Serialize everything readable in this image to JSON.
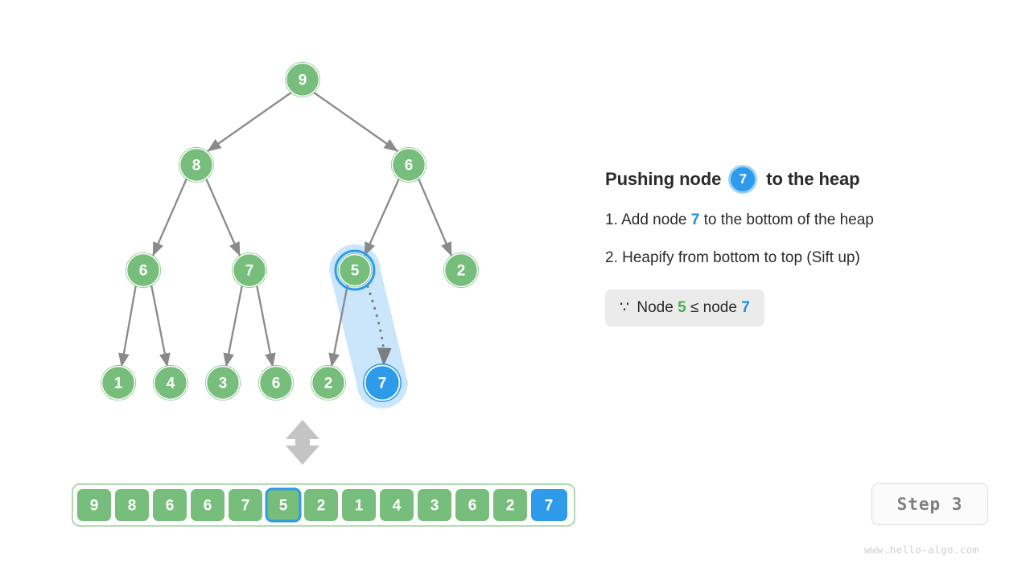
{
  "colors": {
    "node_green": "#77bd7b",
    "node_green_ring": "#ffffff",
    "node_blue": "#2e9bea",
    "highlight_fill": "#cbe6fa",
    "edge_gray": "#8a8a8a",
    "accent_blue": "#1f8fe0",
    "accent_green": "#4caf50",
    "array_border_green": "#9ccf9f",
    "chip_text": "#808080",
    "watermark": "#cfcfcf"
  },
  "panel": {
    "title_prefix": "Pushing node",
    "title_badge": "7",
    "title_suffix": "to the heap",
    "steps": [
      {
        "index": "1.",
        "before": "Add node",
        "value": "7",
        "after": "to the bottom of the heap"
      },
      {
        "index": "2.",
        "before": "Heapify from bottom to top (Sift up)",
        "value": "",
        "after": ""
      }
    ],
    "reason": {
      "symbol": "∵",
      "lead": "Node",
      "left_value": "5",
      "operator": "≤",
      "mid": "node",
      "right_value": "7"
    }
  },
  "step_chip": {
    "label": "Step 3"
  },
  "watermark": {
    "text": "www.hello-algo.com"
  },
  "chart_data": {
    "type": "diagram",
    "title": "Heap push — sift up step 3",
    "tree": {
      "levels": [
        [
          {
            "value": "9",
            "state": "normal"
          }
        ],
        [
          {
            "value": "8",
            "state": "normal"
          },
          {
            "value": "6",
            "state": "normal"
          }
        ],
        [
          {
            "value": "6",
            "state": "normal"
          },
          {
            "value": "7",
            "state": "normal"
          },
          {
            "value": "5",
            "state": "ringed"
          },
          {
            "value": "2",
            "state": "normal"
          }
        ],
        [
          {
            "value": "1",
            "state": "normal"
          },
          {
            "value": "4",
            "state": "normal"
          },
          {
            "value": "3",
            "state": "normal"
          },
          {
            "value": "6",
            "state": "normal"
          },
          {
            "value": "2",
            "state": "normal"
          },
          {
            "value": "7",
            "state": "active"
          }
        ]
      ]
    },
    "array": {
      "values": [
        "9",
        "8",
        "6",
        "6",
        "7",
        "5",
        "2",
        "1",
        "4",
        "3",
        "6",
        "2",
        "7"
      ],
      "outlined_index": 5,
      "filled_index": 12
    }
  }
}
